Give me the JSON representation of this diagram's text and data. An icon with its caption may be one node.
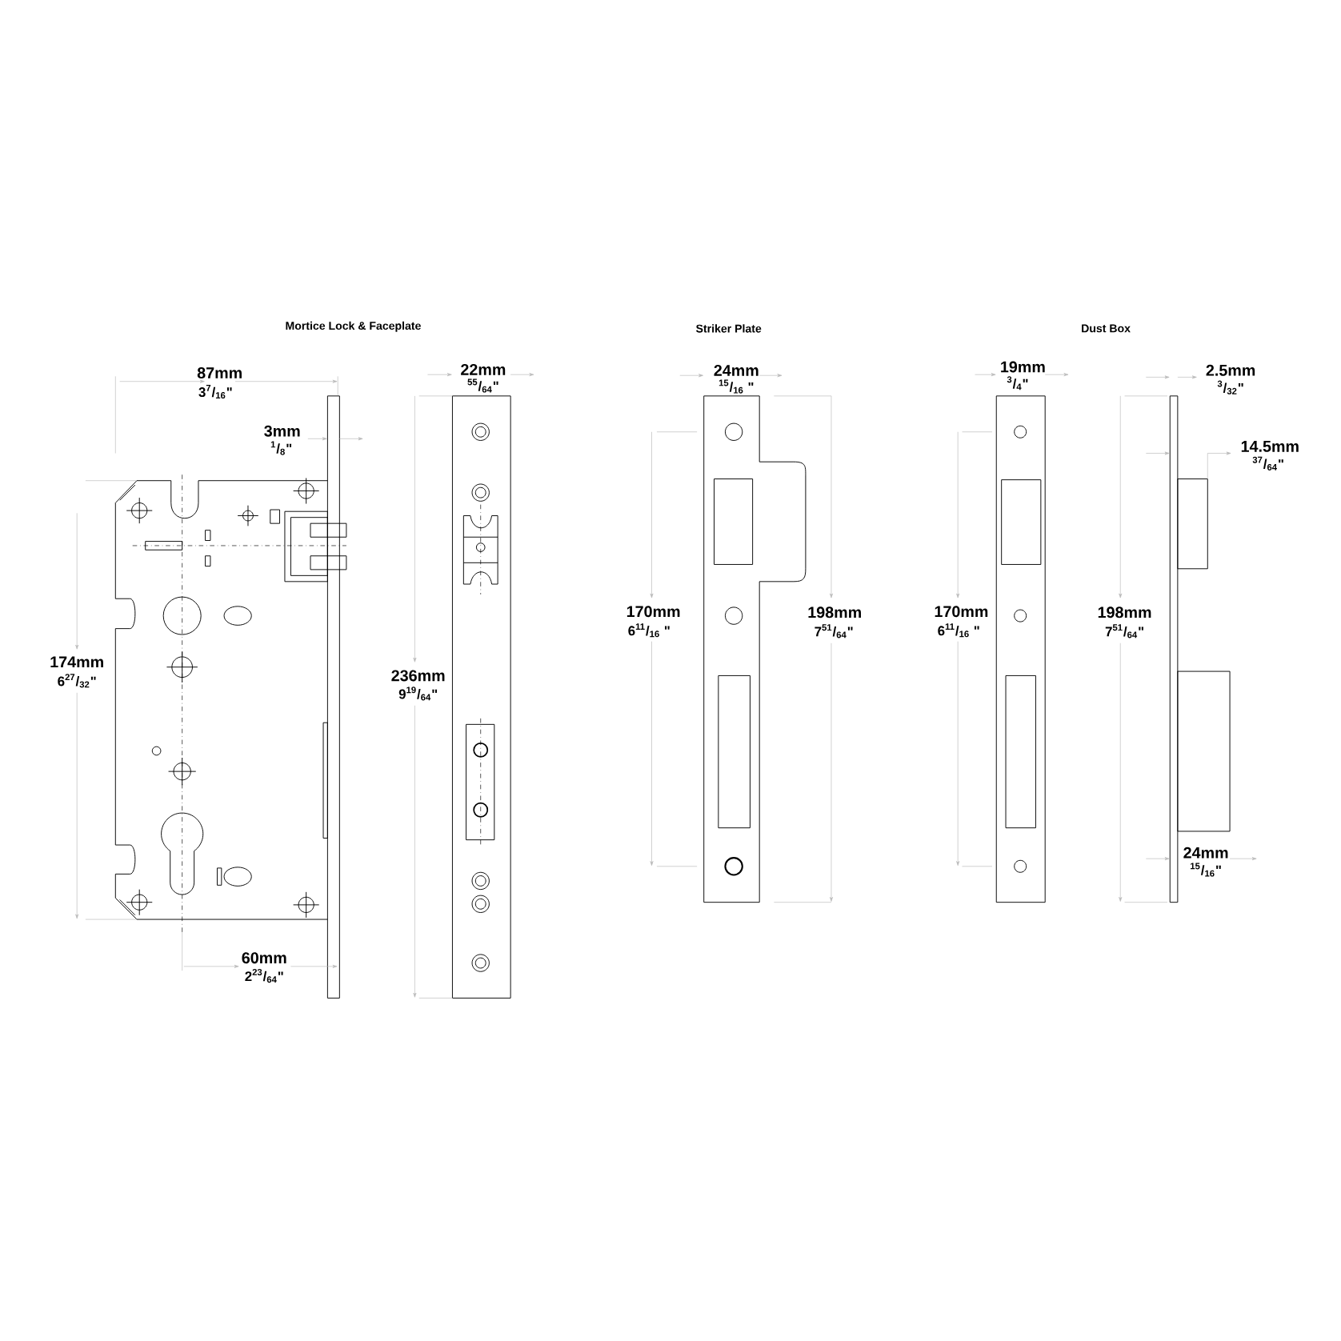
{
  "diagram": {
    "labels": [
      "Mortice Lock & Faceplate",
      "87mm",
      "3$^{7}$/$_{16}$\"",
      "3mm",
      "$^{1}$/$_{8}$\"",
      "22mm",
      "$^{55}$/$_{64}$\"",
      "174mm",
      "6$^{27}$/$_{32}$\"",
      "236mm",
      "9$^{19}$/$_{64}$\"",
      "60mm",
      "2$^{23}$/$_{64}$\"",
      "Striker Plate",
      "24mm",
      "$^{15}$/$_{16}$ \"",
      "170mm",
      "6$^{11}$/$_{16}$ \"",
      "198mm",
      "7$^{51}$/$_{64}$\"",
      "Dust Box",
      "19mm",
      "$^{3}$/$_{4}$\"",
      "2.5mm",
      "$^{3}$/$_{32}$\"",
      "14.5mm",
      "$^{37}$/$_{64}$\"",
      "170mm",
      "6$^{11}$/$_{16}$ \"",
      "198mm",
      "7$^{51}$/$_{64}$\"",
      "24mm",
      "$^{15}$/$_{16}$\""
    ]
  }
}
